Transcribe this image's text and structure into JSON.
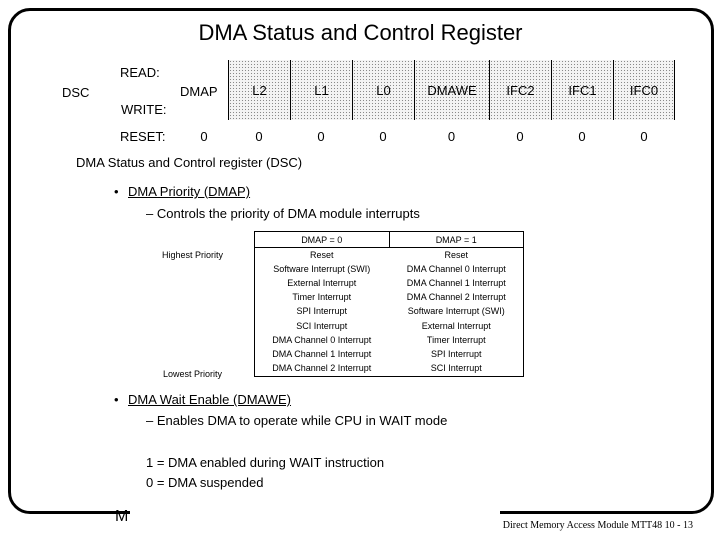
{
  "title": "DMA Status and Control Register",
  "register": {
    "name": "DSC",
    "read_label": "READ:",
    "write_label": "WRITE:",
    "reset_label": "RESET:",
    "bits": [
      "DMAP",
      "L2",
      "L1",
      "L0",
      "DMAWE",
      "IFC2",
      "IFC1",
      "IFC0"
    ],
    "reset_values": [
      "0",
      "0",
      "0",
      "0",
      "0",
      "0",
      "0",
      "0"
    ]
  },
  "section_heading": "DMA Status and Control register (DSC)",
  "dmap": {
    "bullet": "•",
    "heading": "DMA Priority (DMAP)",
    "dash": "–",
    "description": "Controls the priority of DMA module interrupts",
    "highest_label": "Highest Priority",
    "lowest_label": "Lowest Priority",
    "table": {
      "headers": [
        "DMAP = 0",
        "DMAP = 1"
      ],
      "rows": [
        [
          "Reset",
          "Reset"
        ],
        [
          "Software Interrupt (SWI)",
          "DMA Channel 0 Interrupt"
        ],
        [
          "External Interrupt",
          "DMA Channel 1 Interrupt"
        ],
        [
          "Timer Interrupt",
          "DMA Channel 2 Interrupt"
        ],
        [
          "SPI Interrupt",
          "Software Interrupt (SWI)"
        ],
        [
          "SCI Interrupt",
          "External Interrupt"
        ],
        [
          "DMA Channel 0 Interrupt",
          "Timer Interrupt"
        ],
        [
          "DMA Channel 1 Interrupt",
          "SPI Interrupt"
        ],
        [
          "DMA Channel 2 Interrupt",
          "SCI Interrupt"
        ]
      ]
    }
  },
  "dmawe": {
    "bullet": "•",
    "heading": "DMA Wait Enable (DMAWE)",
    "dash": "–",
    "description": "Enables DMA to operate while CPU in WAIT mode",
    "line1": "1 = DMA enabled during WAIT instruction",
    "line2": "0 = DMA suspended"
  },
  "footer": {
    "logo_letter": "M",
    "text": "Direct Memory Access Module MTT48  10 - 13"
  }
}
